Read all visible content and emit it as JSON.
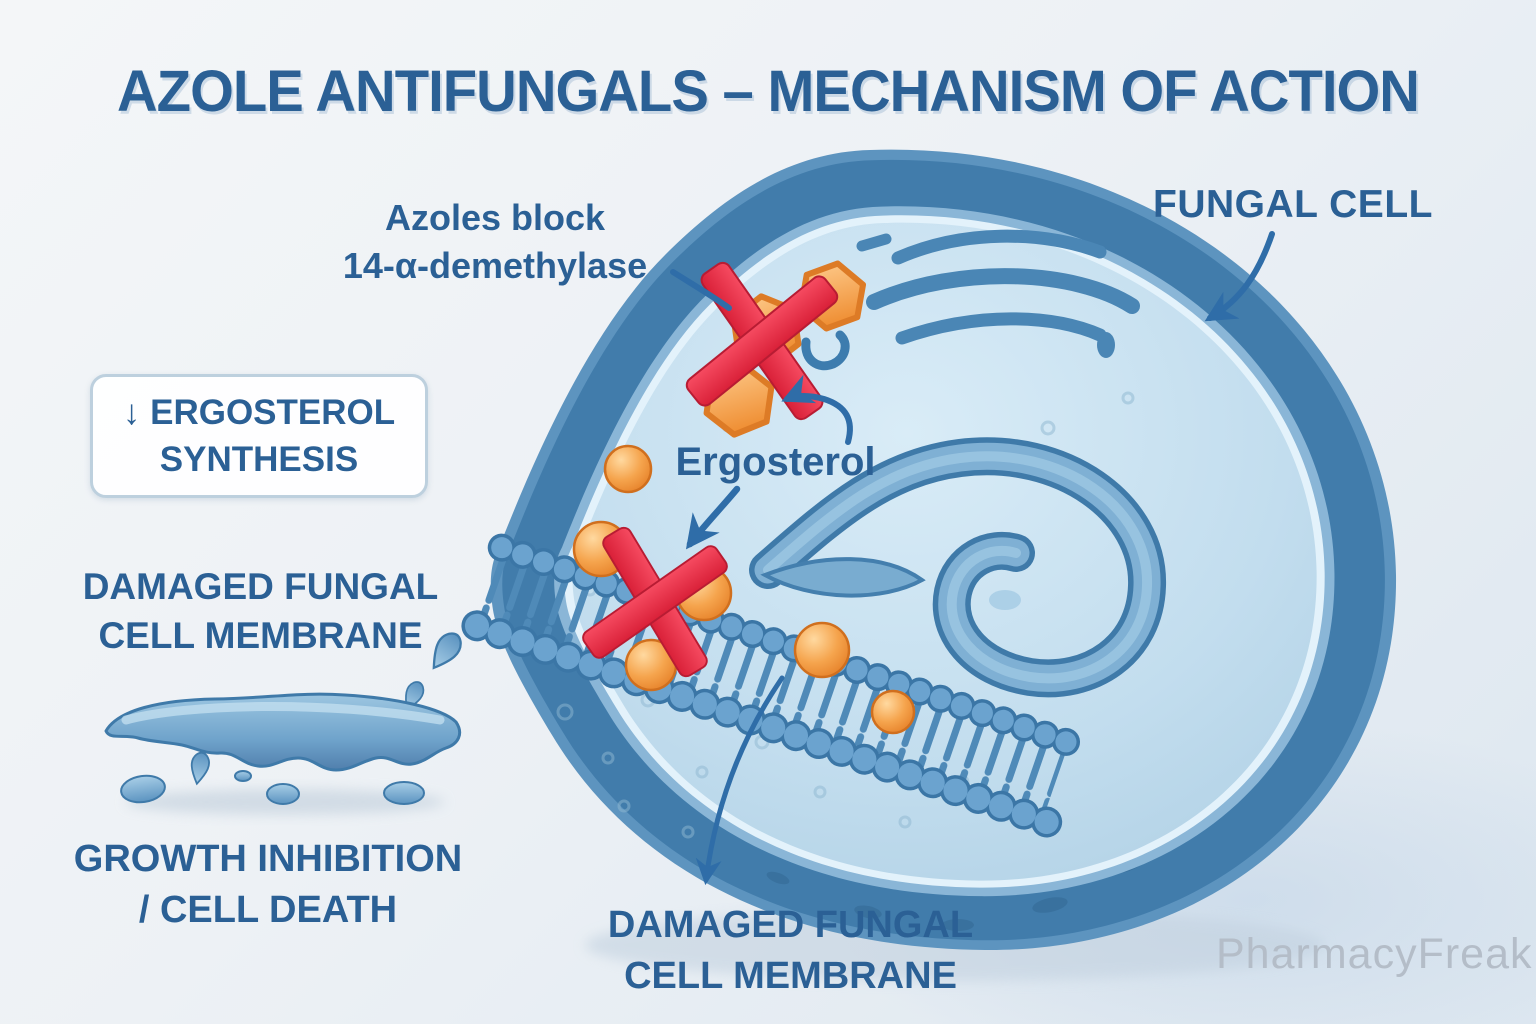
{
  "title": "AZOLE ANTIFUNGALS – MECHANISM OF ACTION",
  "labels": {
    "azoles_block": {
      "line1": "Azoles block",
      "line2": "14-α-demethylase"
    },
    "fungal_cell": "FUNGAL CELL",
    "ergosterol_synthesis": {
      "arrow": "↓",
      "line1": "ERGOSTEROL",
      "line2": "SYNTHESIS"
    },
    "damaged_membrane_left": {
      "line1": "DAMAGED FUNGAL",
      "line2": "CELL MEMBRANE"
    },
    "growth_inhibition": {
      "line1": "GROWTH INHIBITION",
      "line2": "/ CELL DEATH"
    },
    "ergosterol": "Ergosterol",
    "damaged_membrane_bottom": {
      "line1": "DAMAGED FUNGAL",
      "line2": "CELL MEMBRANE"
    }
  },
  "watermark": "PharmacyFreak",
  "colors": {
    "ink": "#2b6095",
    "arrow_blue": "#2f6da8",
    "azole_orange": "#f0953a",
    "blocked_red": "#ea3a52",
    "cell_wall_blue": "#4580af",
    "cell_interior_blue": "#c2dcee",
    "background": "#e9eef4"
  }
}
